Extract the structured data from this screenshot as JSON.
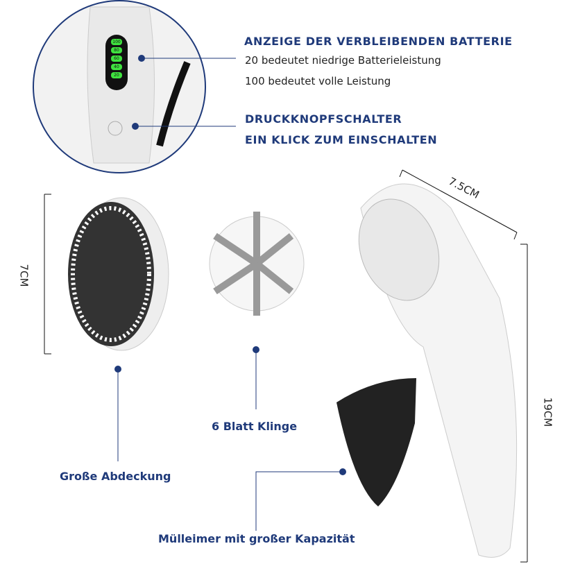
{
  "battery_callout": {
    "title": "ANZEIGE DER VERBLEIBENDEN BATTERIE",
    "line1": "20 bedeutet niedrige Batterieleistung",
    "line2": "100 bedeutet volle Leistung"
  },
  "switch_callout": {
    "title": "DRUCKKNOPFSCHALTER",
    "line1": "EIN KLICK ZUM EINSCHALTEN"
  },
  "battery_levels": [
    "100",
    "80",
    "60",
    "40",
    "20"
  ],
  "labels": {
    "cover": "Große Abdeckung",
    "blade": "6 Blatt Klinge",
    "bin": "Mülleimer mit großer Kapazität"
  },
  "dimensions": {
    "cover_height": "7CM",
    "head_width": "7.5CM",
    "device_length": "19CM"
  },
  "colors": {
    "accent": "#1f3a7a",
    "battery_green": "#3fe23f"
  }
}
